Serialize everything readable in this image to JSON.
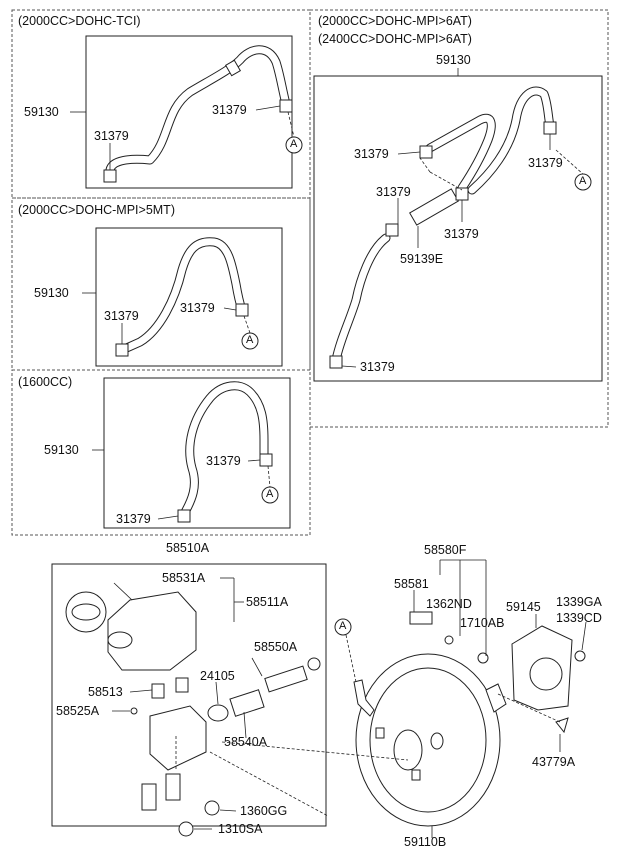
{
  "sections": {
    "tci": {
      "variant": "(2000CC>DOHC-TCI)",
      "hose": "59130",
      "clamp_a": "31379",
      "clamp_b": "31379",
      "ref": "A"
    },
    "mpi5mt": {
      "variant": "(2000CC>DOHC-MPI>5MT)",
      "hose": "59130",
      "clamp_a": "31379",
      "clamp_b": "31379",
      "ref": "A"
    },
    "cc1600": {
      "variant": "(1600CC)",
      "hose": "59130",
      "clamp_a": "31379",
      "clamp_b": "31379",
      "ref": "A"
    },
    "mpi6at": {
      "variant_1": "(2000CC>DOHC-MPI>6AT)",
      "variant_2": "(2400CC>DOHC-MPI>6AT)",
      "hose": "59130",
      "clamp_1": "31379",
      "clamp_2": "31379",
      "clamp_3": "31379",
      "clamp_4": "31379",
      "clamp_5": "31379",
      "valve": "59139E",
      "ref": "A"
    }
  },
  "master_cylinder": {
    "assembly": "58510A",
    "reservoir": "58511A",
    "cap": "58531A",
    "grommet": "58513",
    "screw": "58525A",
    "oring": "24105",
    "seal_kit": "58550A",
    "piston_kit": "58540A",
    "nut": "1360GG",
    "washer": "1310SA"
  },
  "booster": {
    "assembly": "59110B",
    "kit": "58580F",
    "clevis_pin": "58581",
    "nut_1": "1362ND",
    "pin": "1710AB",
    "gasket": "59145",
    "nut_a": "1339GA",
    "nut_b": "1339CD",
    "clip": "43779A",
    "ref": "A"
  }
}
